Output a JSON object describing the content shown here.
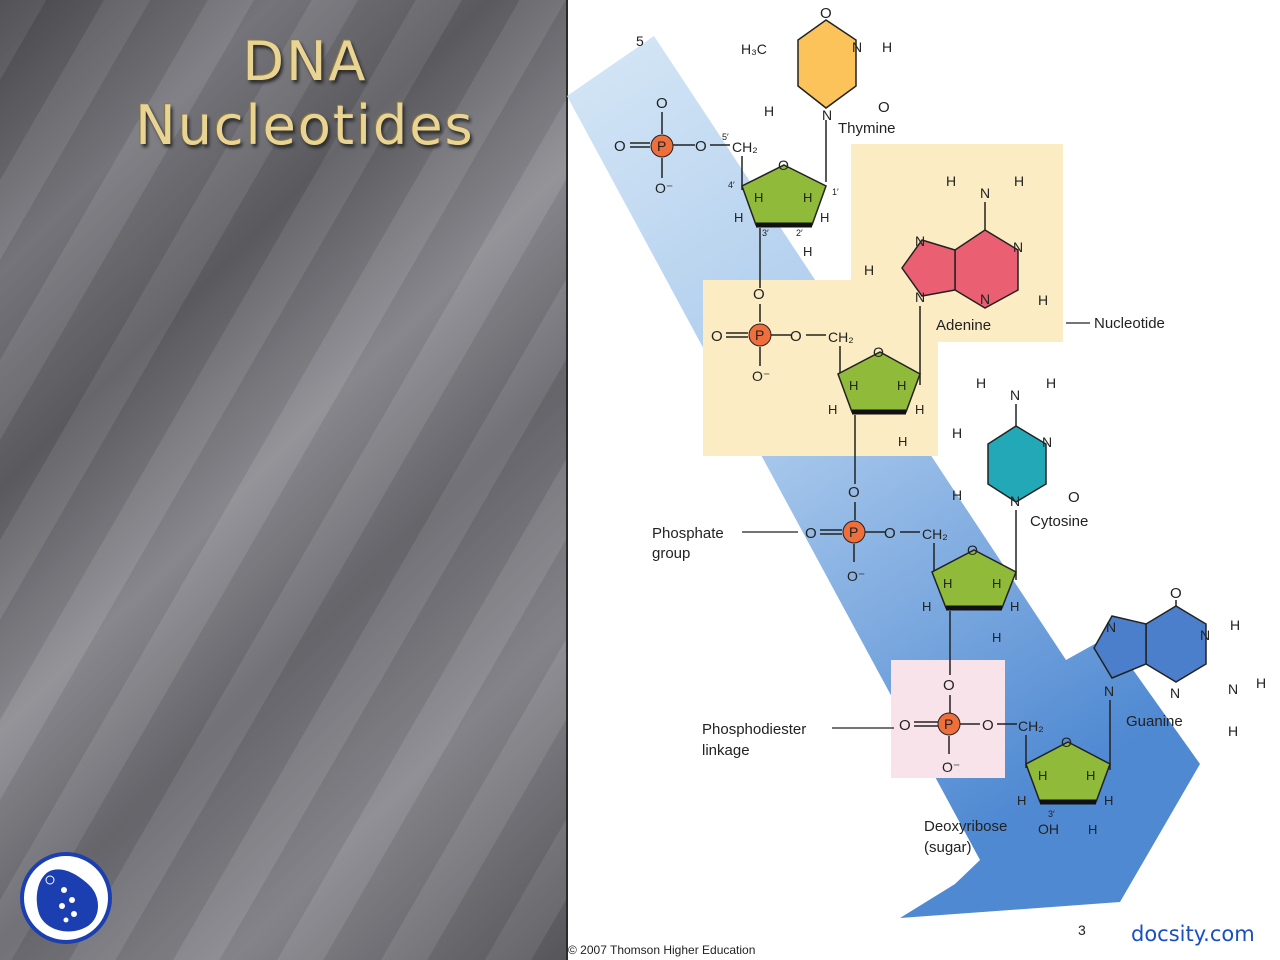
{
  "slide": {
    "title_line1": "DNA",
    "title_line2": "Nucleotides"
  },
  "logo": {
    "icon": "docsity-ladybug-icon"
  },
  "diagram": {
    "end_top": "5",
    "end_bottom": "3",
    "bases": {
      "thymine": "Thymine",
      "adenine": "Adenine",
      "cytosine": "Cytosine",
      "guanine": "Guanine"
    },
    "labels": {
      "nucleotide": "Nucleotide",
      "phosphate_group_l1": "Phosphate",
      "phosphate_group_l2": "group",
      "phosphodiester_l1": "Phosphodiester",
      "phosphodiester_l2": "linkage",
      "deoxyribose_l1": "Deoxyribose",
      "deoxyribose_l2": "(sugar)"
    },
    "atoms": {
      "O": "O",
      "P": "P",
      "H": "H",
      "N": "N",
      "CH2": "CH₂",
      "Ominus": "O⁻",
      "OH": "OH",
      "H3C": "H₃C"
    },
    "carbon_numbers": {
      "c5": "5′",
      "c4": "4′",
      "c3": "3′",
      "c2": "2′",
      "c1": "1′"
    },
    "copyright": "© 2007 Thomson Higher Education",
    "colors": {
      "thymine": "#fbc35a",
      "adenine": "#ea5f71",
      "cytosine": "#23a8b7",
      "guanine": "#4b7fcc",
      "sugar": "#8fba3a",
      "phosphate": "#ee6e3c",
      "nucleotide_box": "#fbecc4",
      "linkage_box": "#f9e3ea",
      "arrow_light": "#c7def3",
      "arrow_dark": "#5d93d6"
    }
  },
  "watermark": "docsity.com"
}
